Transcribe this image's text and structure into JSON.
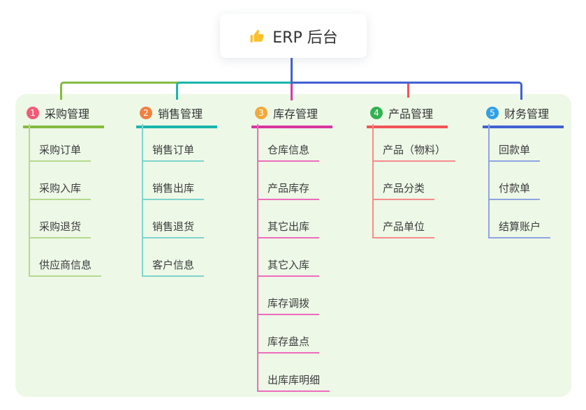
{
  "root": {
    "icon": "thumbs-up",
    "label": "ERP 后台"
  },
  "colors": {
    "panel_bg": "#edf8e7",
    "root_stem": "#4161d2",
    "topic_text": "#333333",
    "subtopic_text": "#3c3c3c",
    "icon_yellow": "#fbc02d"
  },
  "branches": [
    {
      "number": "1",
      "label": "采购管理",
      "badge_color": "#f25c77",
      "line_color": "#84bb40",
      "sub_line_color": "#b6d98e",
      "children": [
        "采购订单",
        "采购入库",
        "采购退货",
        "供应商信息"
      ]
    },
    {
      "number": "2",
      "label": "销售管理",
      "badge_color": "#f08142",
      "line_color": "#1ab5ac",
      "sub_line_color": "#7fd4cc",
      "children": [
        "销售订单",
        "销售出库",
        "销售退货",
        "客户信息"
      ]
    },
    {
      "number": "3",
      "label": "库存管理",
      "badge_color": "#f2a93b",
      "line_color": "#d8379f",
      "sub_line_color": "#ee6cbb",
      "children": [
        "仓库信息",
        "产品库存",
        "其它出库",
        "其它入库",
        "库存调拨",
        "库存盘点",
        "出库库明细"
      ]
    },
    {
      "number": "4",
      "label": "产品管理",
      "badge_color": "#33b153",
      "line_color": "#f25456",
      "sub_line_color": "#f78b8b",
      "children": [
        "产品（物料）",
        "产品分类",
        "产品单位"
      ]
    },
    {
      "number": "5",
      "label": "财务管理",
      "badge_color": "#31a0e6",
      "line_color": "#4161d2",
      "sub_line_color": "#8fa4e0",
      "children": [
        "回款单",
        "付款单",
        "结算账户"
      ]
    }
  ]
}
